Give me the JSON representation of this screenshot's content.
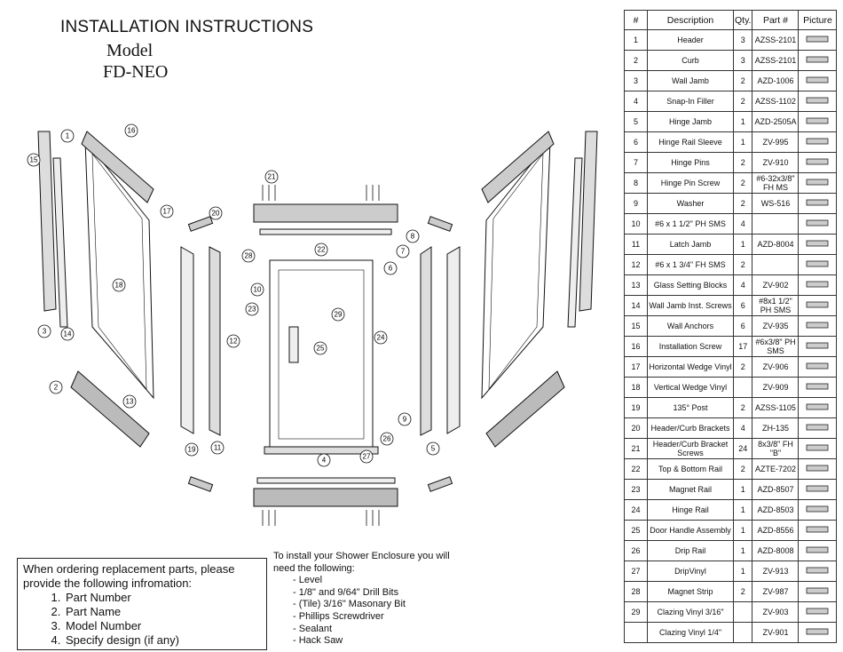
{
  "header": {
    "title": "INSTALLATION INSTRUCTIONS",
    "model_label": "Model",
    "model_name": "FD-NEO"
  },
  "table": {
    "headers": [
      "#",
      "Description",
      "Qty.",
      "Part #",
      "Picture"
    ],
    "rows": [
      {
        "num": "1",
        "desc": "Header",
        "qty": "3",
        "part": "AZSS-2101",
        "icon": "header-profile-icon"
      },
      {
        "num": "2",
        "desc": "Curb",
        "qty": "3",
        "part": "AZSS-2101",
        "icon": "curb-profile-icon"
      },
      {
        "num": "3",
        "desc": "Wall Jamb",
        "qty": "2",
        "part": "AZD-1006",
        "icon": "wall-jamb-profile-icon"
      },
      {
        "num": "4",
        "desc": "Snap-In Filler",
        "qty": "2",
        "part": "AZSS-1102",
        "icon": "snap-in-filler-icon"
      },
      {
        "num": "5",
        "desc": "Hinge Jamb",
        "qty": "1",
        "part": "AZD-2505A",
        "icon": "hinge-jamb-icon"
      },
      {
        "num": "6",
        "desc": "Hinge Rail Sleeve",
        "qty": "1",
        "part": "ZV-995",
        "icon": "sleeve-icon"
      },
      {
        "num": "7",
        "desc": "Hinge Pins",
        "qty": "2",
        "part": "ZV-910",
        "icon": "hinge-pin-icon"
      },
      {
        "num": "8",
        "desc": "Hinge Pin Screw",
        "qty": "2",
        "part": "#6-32x3/8\" FH MS",
        "icon": "screw-icon"
      },
      {
        "num": "9",
        "desc": "Washer",
        "qty": "2",
        "part": "WS-516",
        "icon": "washer-icon"
      },
      {
        "num": "10",
        "desc": "#6 x 1 1/2\" PH SMS",
        "qty": "4",
        "part": "",
        "icon": "long-screw-icon"
      },
      {
        "num": "11",
        "desc": "Latch Jamb",
        "qty": "1",
        "part": "AZD-8004",
        "icon": "latch-jamb-icon"
      },
      {
        "num": "12",
        "desc": "#6 x 1 3/4\" FH SMS",
        "qty": "2",
        "part": "",
        "icon": "screw-icon"
      },
      {
        "num": "13",
        "desc": "Glass Setting Blocks",
        "qty": "4",
        "part": "ZV-902",
        "icon": "block-icon"
      },
      {
        "num": "14",
        "desc": "Wall Jamb Inst. Screws",
        "qty": "6",
        "part": "#8x1 1/2\" PH SMS",
        "icon": "long-screw-icon"
      },
      {
        "num": "15",
        "desc": "Wall Anchors",
        "qty": "6",
        "part": "ZV-935",
        "icon": "anchor-icon"
      },
      {
        "num": "16",
        "desc": "Installation Screw",
        "qty": "17",
        "part": "#6x3/8\" PH SMS",
        "icon": "screw-icon"
      },
      {
        "num": "17",
        "desc": "Horizontal Wedge Vinyl",
        "qty": "2",
        "part": "ZV-906",
        "icon": "wedge-vinyl-icon"
      },
      {
        "num": "18",
        "desc": "Vertical Wedge Vinyl",
        "qty": "",
        "part": "ZV-909",
        "icon": "wedge-vinyl-icon"
      },
      {
        "num": "19",
        "desc": "135° Post",
        "qty": "2",
        "part": "AZSS-1105",
        "icon": "post-icon"
      },
      {
        "num": "20",
        "desc": "Header/Curb Brackets",
        "qty": "4",
        "part": "ZH-135",
        "icon": "bracket-icon"
      },
      {
        "num": "21",
        "desc": "Header/Curb Bracket Screws",
        "qty": "24",
        "part": "8x3/8\" FH \"B\"",
        "icon": "screw-icon"
      },
      {
        "num": "22",
        "desc": "Top & Bottom Rail",
        "qty": "2",
        "part": "AZTE-7202",
        "icon": "rail-profile-icon"
      },
      {
        "num": "23",
        "desc": "Magnet Rail",
        "qty": "1",
        "part": "AZD-8507",
        "icon": "magnet-rail-icon"
      },
      {
        "num": "24",
        "desc": "Hinge Rail",
        "qty": "1",
        "part": "AZD-8503",
        "icon": "hinge-rail-icon"
      },
      {
        "num": "25",
        "desc": "Door Handle Assembly",
        "qty": "1",
        "part": "AZD-8556",
        "icon": "door-handle-icon"
      },
      {
        "num": "26",
        "desc": "Drip Rail",
        "qty": "1",
        "part": "AZD-8008",
        "icon": "drip-rail-icon"
      },
      {
        "num": "27",
        "desc": "DripVinyl",
        "qty": "1",
        "part": "ZV-913",
        "icon": "drip-vinyl-icon"
      },
      {
        "num": "28",
        "desc": "Magnet Strip",
        "qty": "2",
        "part": "ZV-987",
        "icon": "magnet-strip-icon"
      },
      {
        "num": "29",
        "desc": "Clazing Vinyl 3/16\"",
        "qty": "",
        "part": "ZV-903",
        "icon": "glazing-vinyl-icon"
      },
      {
        "num": "",
        "desc": "Clazing Vinyl 1/4\"",
        "qty": "",
        "part": "ZV-901",
        "icon": "glazing-vinyl-icon"
      }
    ]
  },
  "order_box": {
    "intro": "When ordering replacement parts, please provide the following infromation:",
    "items": [
      "Part Number",
      "Part Name",
      "Model Number",
      "Specify design (if any)"
    ]
  },
  "tools": {
    "intro": "To install your Shower Enclosure you will need the following:",
    "items": [
      "Level",
      "1/8\" and 9/64\" Drill Bits",
      "(Tile) 3/16\" Masonary Bit",
      "Phillips Screwdriver",
      "Sealant",
      "Hack Saw"
    ]
  },
  "callouts": [
    "1",
    "2",
    "3",
    "4",
    "5",
    "6",
    "7",
    "8",
    "9",
    "10",
    "11",
    "12",
    "13",
    "14",
    "15",
    "16",
    "17",
    "18",
    "19",
    "20",
    "21",
    "22",
    "23",
    "24",
    "25",
    "26",
    "27",
    "28",
    "29"
  ]
}
